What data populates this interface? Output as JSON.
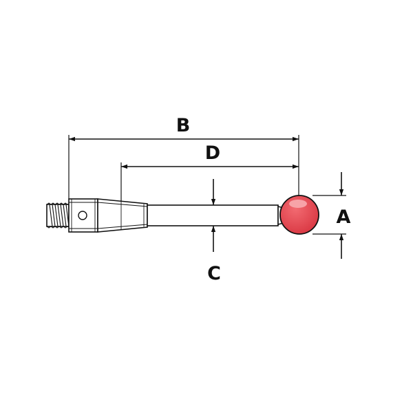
{
  "diagram": {
    "labels": {
      "overall_length": "B",
      "effective_length": "D",
      "stem_diameter": "C",
      "ball_diameter": "A"
    },
    "colors": {
      "ball": "#e8434c",
      "ball_highlight": "#f7a3a8",
      "line": "#111111",
      "body": "#ffffff"
    }
  }
}
